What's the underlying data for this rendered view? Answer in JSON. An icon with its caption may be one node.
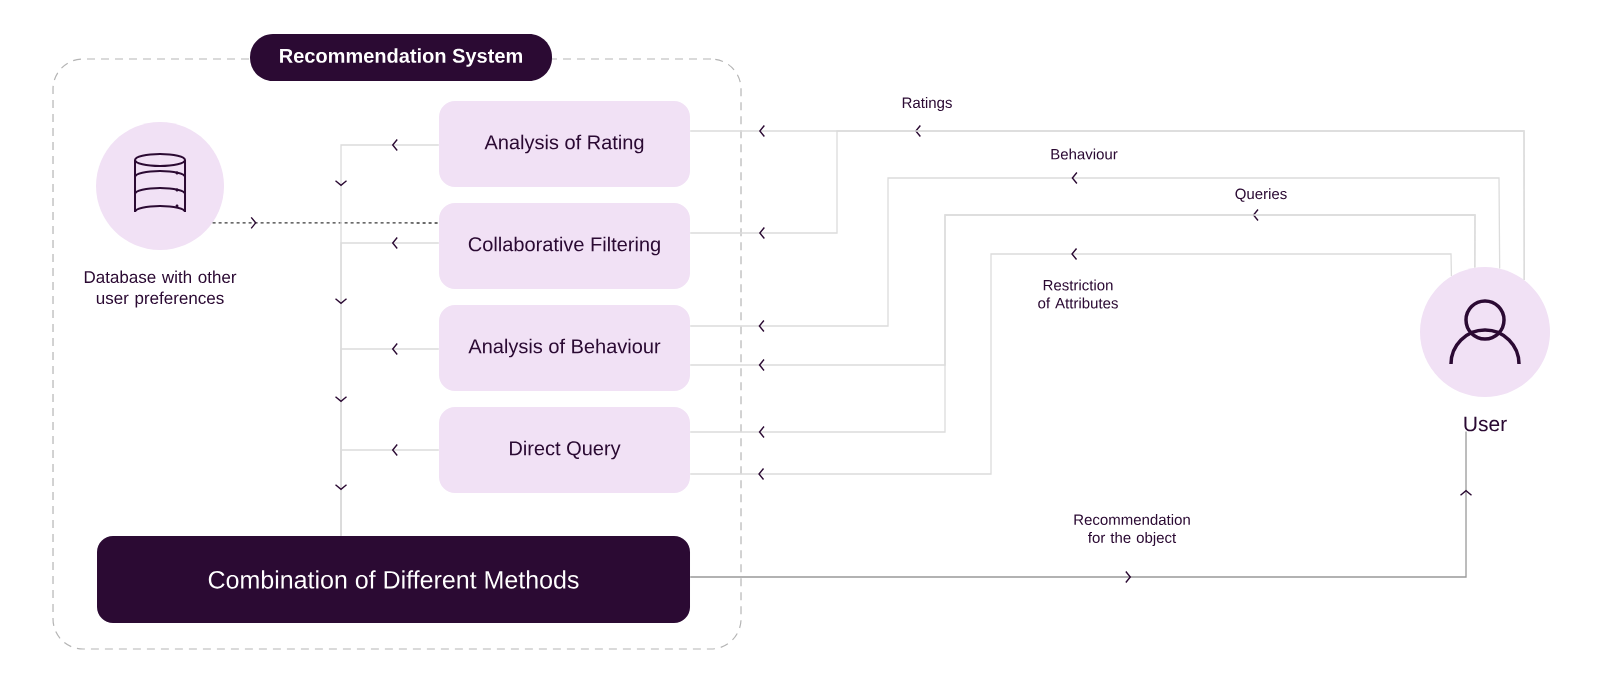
{
  "diagram": {
    "nodes": [
      {
        "text": [
          "Recommendation System"
        ]
      },
      {
        "text": [
          "Database with other user preferences"
        ],
        "in": 0
      },
      {
        "text": [
          "Analysis of Rating"
        ],
        "in": 0
      },
      {
        "text": [
          "Collaborative Filtering"
        ],
        "in": 0
      },
      {
        "text": [
          "Analysis of Behaviour"
        ],
        "in": 0
      },
      {
        "text": [
          "Direct Query"
        ],
        "in": 0
      },
      {
        "text": [
          "Combination of Different Methods"
        ],
        "in": 0
      },
      {
        "text": [
          "User"
        ]
      }
    ],
    "edges": [
      {
        "from": 1,
        "to": 3,
        "arrow": "to",
        "style": "dashed",
        "color": "#3a3a3a"
      },
      {
        "from": 2,
        "to": 6,
        "arrow": "to"
      },
      {
        "from": 3,
        "to": 6,
        "arrow": "to"
      },
      {
        "from": 4,
        "to": 6,
        "arrow": "to"
      },
      {
        "from": 5,
        "to": 6,
        "arrow": "to"
      },
      {
        "from": 7,
        "to": 2,
        "arrow": "to",
        "label": "Ratings"
      },
      {
        "from": 7,
        "to": 3,
        "arrow": "to"
      },
      {
        "from": 7,
        "to": 4,
        "arrow": "to",
        "label": "Behaviour"
      },
      {
        "from": 7,
        "to": 4,
        "arrow": "to",
        "label": "Queries"
      },
      {
        "from": 7,
        "to": 5,
        "arrow": "to"
      },
      {
        "from": 7,
        "to": 5,
        "arrow": "to",
        "label": "Restriction of Attributes"
      },
      {
        "from": 6,
        "to": 7,
        "arrow": "to",
        "label": "Recommendation for the object",
        "color": "#999999"
      }
    ]
  }
}
